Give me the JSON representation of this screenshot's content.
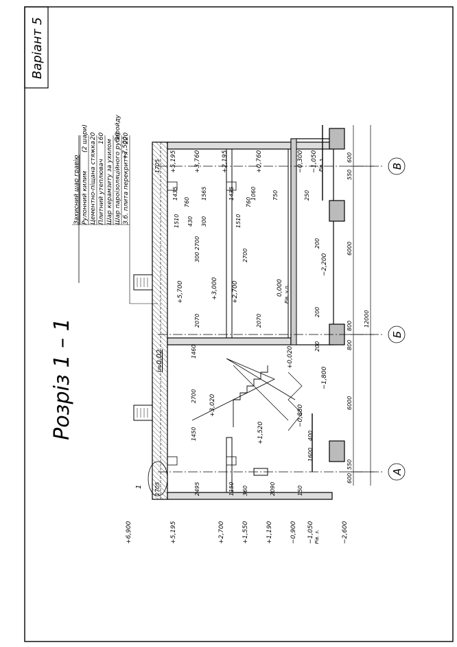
{
  "variant": "Варіант 5",
  "title": "Розріз 1 – 1",
  "axes": {
    "a": "А",
    "b": "Б",
    "c": "В"
  },
  "marker": "1",
  "slope": "i=0,02",
  "layers": [
    {
      "name": "Захисний шар гравію",
      "t": ""
    },
    {
      "name": "Рулонний килим",
      "t": "(2 шари)"
    },
    {
      "name": "Цементно-піщана стяжка",
      "t": "20"
    },
    {
      "name": "Плитний утеплювач",
      "t": "160"
    },
    {
      "name": "Шар керамзиту за ухилом",
      "t": ""
    },
    {
      "name": "Шар пароізоляційного руберойду",
      "t": "10"
    },
    {
      "name": "З.б. плита перекриття",
      "t": "220"
    }
  ],
  "levels_top": [
    "+7,500",
    "+5,195",
    "+3,760",
    "+2,195",
    "+0,760",
    "−0,300",
    "−1,050"
  ],
  "levels_bottom": [
    "+6,900",
    "+5,195",
    "+2,700",
    "+1,550",
    "+1,190",
    "−0,900",
    "−1,050",
    "−2,600"
  ],
  "ground_label": "Рів. з.",
  "floor_label": "Рів. ч.п.",
  "inner_levels": {
    "roof": "+5,700",
    "floor2a": "+3,000",
    "floor2b": "+2,700",
    "floor1": "0,000",
    "landing1": "+3,020",
    "landing2": "+1,520",
    "landing3": "+0,020",
    "landing4": "−0,880",
    "basement": "−1,800",
    "basement2": "−2,200"
  },
  "dims_top": [
    "1705",
    "1435",
    "1565",
    "1435",
    "1060",
    "750",
    "250"
  ],
  "dims_bottom": [
    "1705",
    "2495",
    "1150",
    "360",
    "2090",
    "150"
  ],
  "dims_axis": [
    "600",
    "550",
    "6000",
    "800",
    "800",
    "6000",
    "550",
    "600"
  ],
  "dim_total": "12000",
  "inner_dims": [
    "1510",
    "760",
    "430",
    "300",
    "1510",
    "760",
    "2700",
    "300 2700",
    "2070",
    "2070",
    "1460",
    "2700",
    "1450",
    "1600",
    "400",
    "200",
    "200",
    "200"
  ]
}
